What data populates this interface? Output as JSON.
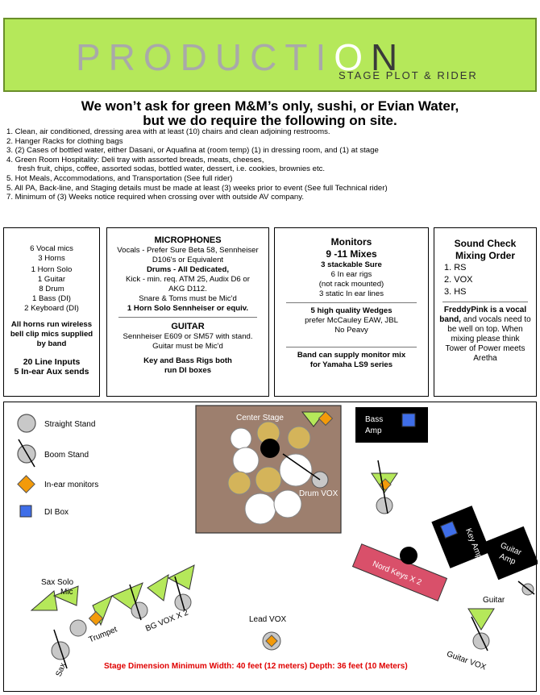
{
  "header": {
    "title": "PRODUCTION",
    "subtitle": "STAGE PLOT & RIDER"
  },
  "headline": {
    "line1": "We won’t ask for green M&M’s only, sushi, or Evian Water,",
    "line2": "but we do require the following on site."
  },
  "requirements": [
    "1. Clean, air conditioned, dressing area with at least (10) chairs and clean adjoining restrooms.",
    "2. Hanger Racks for clothing bags",
    "3. (2) Cases of bottled water, either Dasani,  or Aquafina at (room temp) (1) in dressing room, and (1) at stage",
    "4.  Green Room Hospitality: Deli tray with assorted breads, meats, cheeses,",
    "     fresh fruit, chips, coffee, assorted sodas, bottled water, dessert, i.e. cookies, brownies etc.",
    "5. Hot Meals, Accommodations, and Transportation (See full rider)",
    "5.  All PA, Back-line, and Staging details must be made at least (3) weeks prior to event (See full Technical rider)",
    "7. Minimum of (3) Weeks notice required when crossing over with outside AV company."
  ],
  "inputs_box": {
    "lines": [
      "6 Vocal mics",
      "3 Horns",
      "1 Horn Solo",
      "1 Guitar",
      "8 Drum",
      "1 Bass (DI)",
      "2 Keyboard (DI)"
    ],
    "note": "All horns run wireless bell clip mics supplied by band",
    "summary1": "20 Line Inputs",
    "summary2": "5 In-ear Aux sends"
  },
  "microphones_box": {
    "heading": "MICROPHONES",
    "vocals": "Vocals - Prefer Sure Beta 58, Sennheiser D106's or Equivalent",
    "drums_heading": "Drums - All Dedicated,",
    "kick": "Kick - min. req. ATM 25, Audix D6 or AKG D112.",
    "snare": "Snare & Toms must be Mic'd",
    "horn": "1 Horn Solo Sennheiser or equiv.",
    "guitar_heading": "GUITAR",
    "guitar": "Sennheiser E609 or SM57 with stand.  Guitar must be Mic'd",
    "key_bass": "Key and Bass Rigs both run DI boxes"
  },
  "monitors_box": {
    "heading": "Monitors",
    "mixes": "9 -11 Mixes",
    "stackable": "3 stackable Sure",
    "in_ear": "6 In ear rigs",
    "not_rack": "(not rack mounted)",
    "static": "3 static In ear lines",
    "wedges": "5 high quality Wedges",
    "prefer": "prefer McCauley EAW, JBL",
    "no_peavy": "No Peavy",
    "band_supply": "Band can supply monitor mix for Yamaha LS9 series"
  },
  "soundcheck_box": {
    "heading": "Sound Check Mixing Order",
    "order": [
      "1. RS",
      "2. VOX",
      "3. HS"
    ],
    "band_name": "FreddyPink is a vocal band,",
    "note": "and vocals need to be well on top.  When mixing please think Tower of Power meets Aretha"
  },
  "legend": {
    "straight_stand": "Straight Stand",
    "boom_stand": "Boom  Stand",
    "in_ear": "In-ear monitors",
    "di_box": "DI Box"
  },
  "stage_labels": {
    "center_stage": "Center Stage",
    "drum_vox": "Drum VOX",
    "bass_amp": "Bass Amp",
    "key_amp": "Key Amp",
    "guitar_amp": "Guitar Amp",
    "nord_keys": "Nord Keys X 2",
    "guitar": "Guitar",
    "guitar_vox": "Guitar VOX",
    "lead_vox": "Lead VOX",
    "bg_vox": "BG VOX X 2",
    "trumpet": "Trumpet",
    "sax_solo_mic": "Sax Solo Mic",
    "sax": "Sax"
  },
  "stage_dimensions": "Stage Dimension Minimum Width: 40 feet (12 meters) Depth: 36 feet (10 Meters)",
  "colors": {
    "banner": "#b5e85a",
    "riser": "#9d7f6e",
    "drum_tan": "#d4b45a",
    "in_ear_orange": "#f39a0a",
    "di_blue": "#3f6ee8",
    "wedge_green": "#b5e85a",
    "nord_red": "#d9506a",
    "dimension_red": "#e00000"
  }
}
